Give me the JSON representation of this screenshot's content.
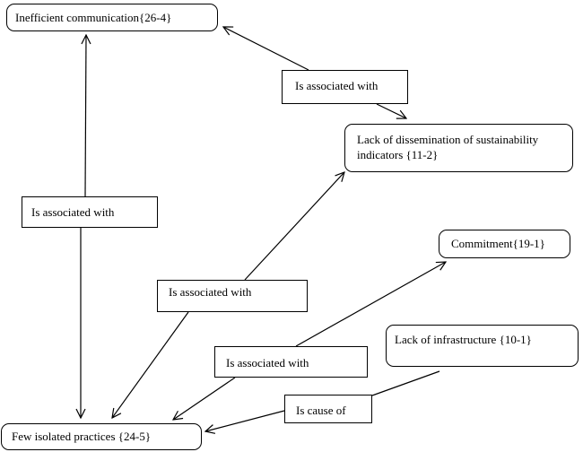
{
  "nodes": {
    "inefficient_communication": "Inefficient communication{26-4}",
    "lack_of_dissemination": "Lack of dissemination of sustainability indicators  {11-2}",
    "commitment": "Commitment{19-1}",
    "lack_of_infrastructure": "Lack of infrastructure {10-1}",
    "few_isolated_practices": "Few isolated practices {24-5}"
  },
  "edge_labels": {
    "e1": "Is associated with",
    "e2": "Is associated with",
    "e3": "Is associated with",
    "e4": "Is associated with",
    "e5": "Is cause of"
  }
}
